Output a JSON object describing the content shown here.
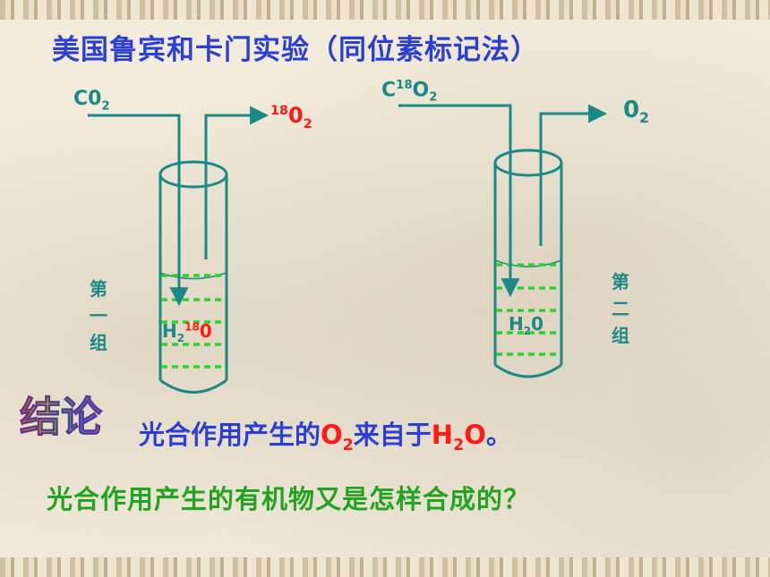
{
  "title": "美国鲁宾和卡门实验（同位素标记法）",
  "group1": {
    "input_main": "C0",
    "input_sub": "2",
    "output_sup": "18",
    "output_main": "0",
    "output_sub": "2",
    "liquid_main": "H",
    "liquid_sub": "2",
    "liquid_sup": "18",
    "liquid_tail": "0",
    "label_chars": [
      "第",
      "一",
      "组"
    ]
  },
  "group2": {
    "input_main": "C",
    "input_sup": "18",
    "input_tail": "O",
    "input_sub": "2",
    "output_main": "0",
    "output_sub": "2",
    "liquid_main": "H",
    "liquid_sub": "2",
    "liquid_tail": "0",
    "label_chars": [
      "第",
      "二",
      "组"
    ]
  },
  "conclusion": {
    "badge": "结论",
    "text_before": "光合作用产生的",
    "o2_main": "O",
    "o2_sub": "2",
    "text_mid": "来自于",
    "h2o_main": "H",
    "h2o_sub": "2",
    "h2o_tail": "O",
    "text_end": "。"
  },
  "question": "光合作用产生的有机物又是怎样合成的？",
  "colors": {
    "title": "#2b3fd1",
    "diagram": "#1b8a86",
    "highlight": "#ff1a1a",
    "liquid_dash": "#2ed12e",
    "question": "#22a322"
  }
}
